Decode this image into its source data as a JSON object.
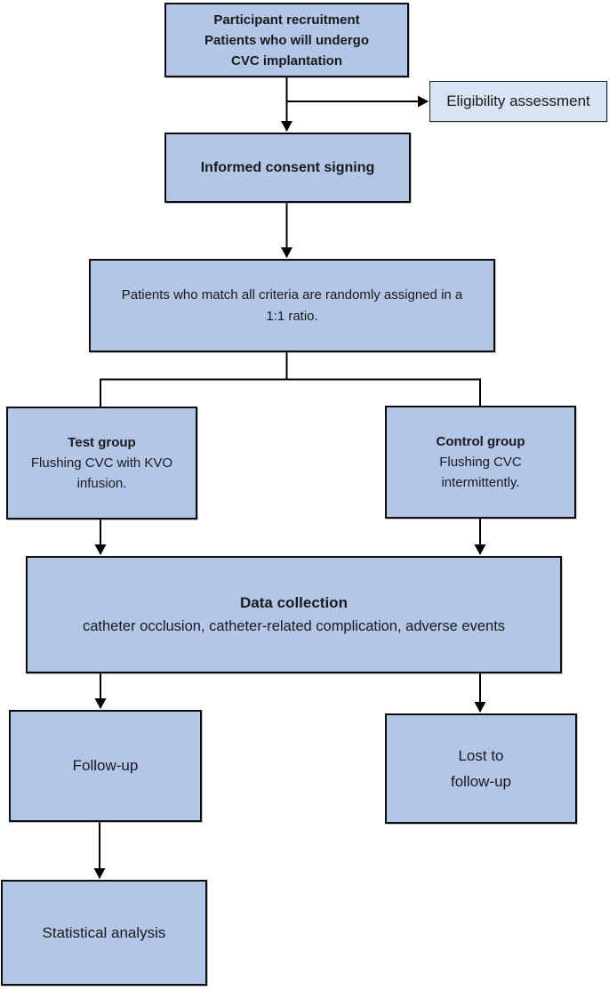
{
  "colors": {
    "node_fill": "#b4c6e7",
    "node_border": "#0d0d0d",
    "side_node_fill": "#dae3f3",
    "side_node_border": "#1c2433",
    "connector": "#000000"
  },
  "nodes": {
    "recruitment": {
      "lines": [
        "Participant recruitment",
        "Patients who will undergo",
        "CVC implantation"
      ]
    },
    "eligibility": {
      "label": "Eligibility assessment"
    },
    "consent": {
      "label": "Informed consent signing"
    },
    "randomization": {
      "lines": [
        "Patients who match all criteria are randomly assigned in a",
        "1:1 ratio."
      ]
    },
    "test_group": {
      "title": "Test group",
      "lines": [
        "Flushing CVC with KVO",
        "infusion."
      ]
    },
    "control_group": {
      "title": "Control group",
      "lines": [
        "Flushing CVC",
        "intermittently."
      ]
    },
    "data_collection": {
      "title": "Data collection",
      "subtitle": "catheter occlusion, catheter-related complication, adverse events"
    },
    "follow_up": {
      "label": "Follow-up"
    },
    "lost_to_follow_up": {
      "lines": [
        "Lost to",
        "follow-up"
      ]
    },
    "statistical_analysis": {
      "label": "Statistical analysis"
    }
  }
}
